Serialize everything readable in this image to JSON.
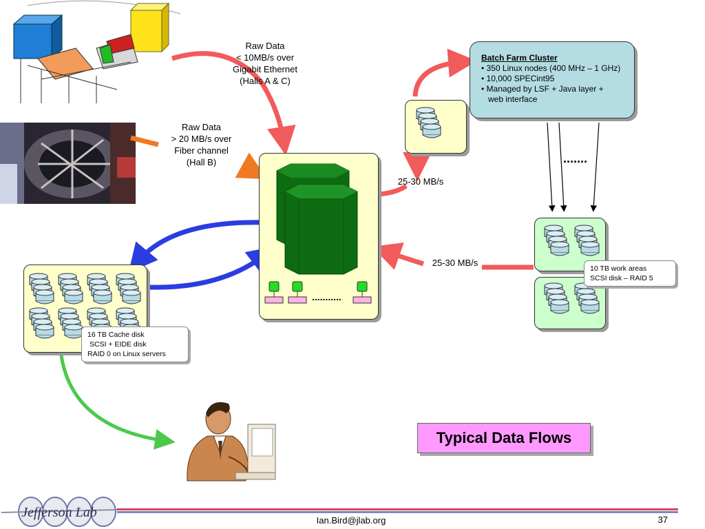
{
  "labels": {
    "raw_data_ac": [
      "Raw Data",
      "< 10MB/s over",
      "Gigabit Ethernet",
      "(Halls A & C)"
    ],
    "raw_data_b": [
      "Raw Data",
      "> 20 MB/s over",
      "Fiber channel",
      "(Hall B)"
    ],
    "rate_to_farm": "25-30 MB/s",
    "rate_from_work": "25-30 MB/s"
  },
  "batch_farm": {
    "title": "Batch Farm Cluster",
    "lines": [
      "• 350 Linux nodes (400 MHz – 1 GHz)",
      "• 10,000 SPECint95",
      "• Managed by LSF + Java layer +",
      "web interface"
    ]
  },
  "cache_callout": [
    "16 TB Cache disk",
    "SCSI + EIDE disk",
    "RAID 0 on Linux servers"
  ],
  "work_callout": [
    "10 TB work areas",
    "SCSI disk – RAID 5"
  ],
  "farm_dots": ".......",
  "silo_dots": "...........",
  "slide_title": "Typical Data Flows",
  "footer": {
    "email": "Ian.Bird@jlab.org",
    "page": "37",
    "logo_text": "Jefferson Lab"
  },
  "colors": {
    "red_arrow": "#f25b5b",
    "orange_arrow": "#f07a22",
    "blue_arrow": "#2b3de0",
    "green_arrow": "#4cc84c",
    "silo": "#0d6b12",
    "title_bg": "#ff99ff"
  }
}
